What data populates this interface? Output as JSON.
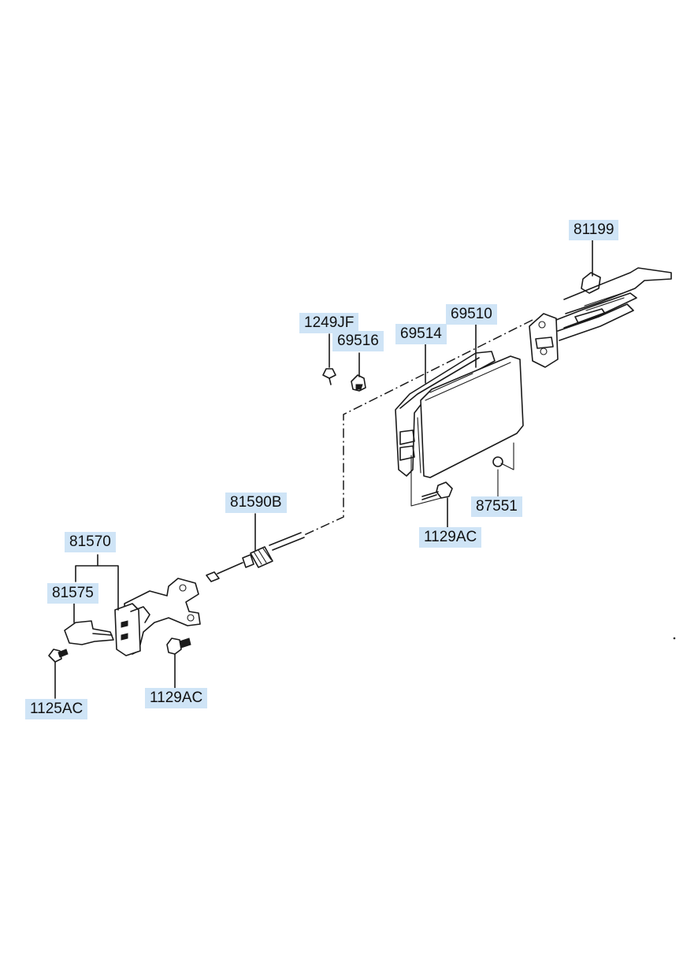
{
  "diagram": {
    "labels": {
      "p81199": "81199",
      "p1249JF": "1249JF",
      "p69510": "69510",
      "p69516": "69516",
      "p69514": "69514",
      "p81590B": "81590B",
      "p87551": "87551",
      "p1129AC_top": "1129AC",
      "p81570": "81570",
      "p81575": "81575",
      "p1125AC": "1125AC",
      "p1129AC_bottom": "1129AC"
    },
    "colors": {
      "label_background": "#cfe4f6",
      "line": "#1a1a1a"
    }
  }
}
